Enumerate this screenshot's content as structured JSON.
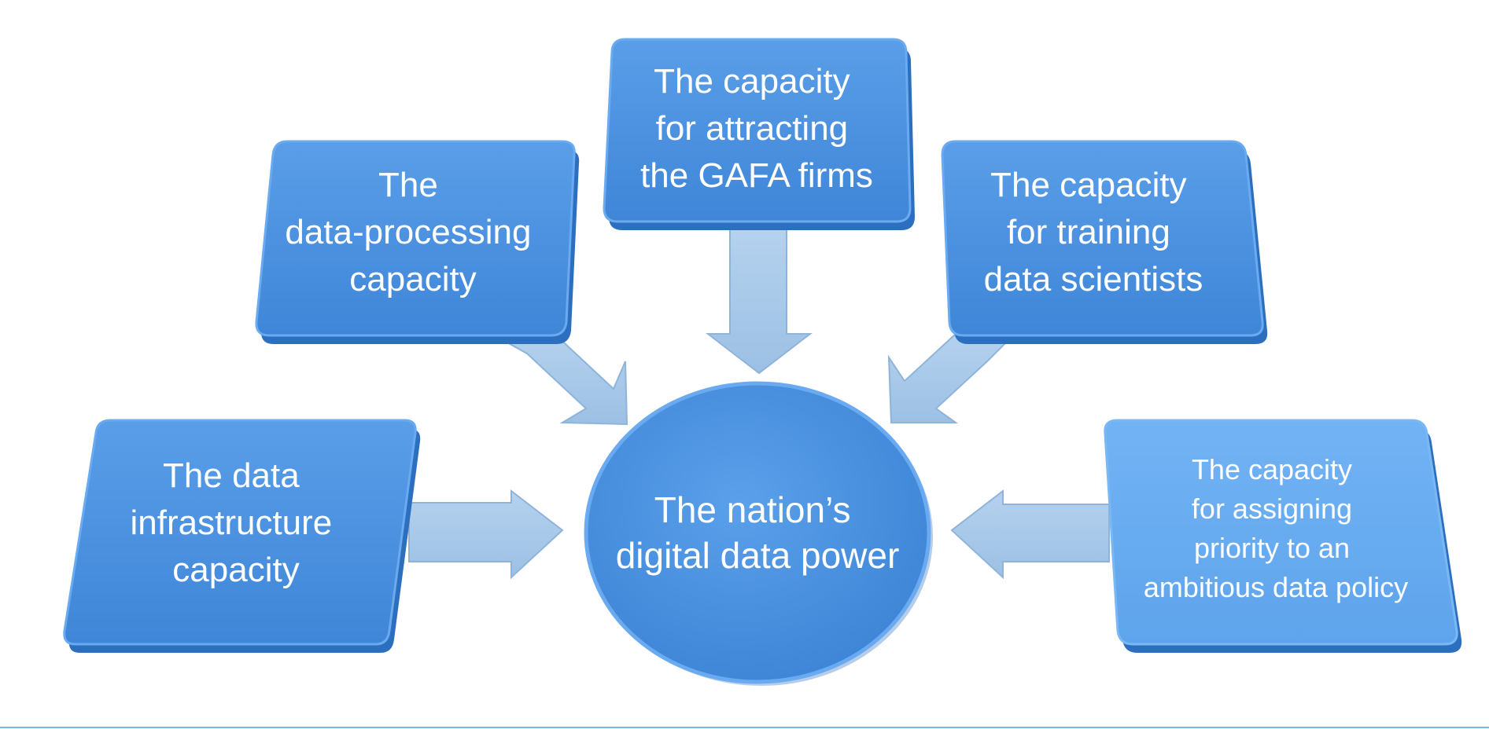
{
  "colors": {
    "box_fill": "#4a90e2",
    "box_fill_light": "#63a8f0",
    "box_shadow": "#2d6fbf",
    "arrow_fill": "#a7c7e6",
    "arrow_stroke": "#8fb4d9",
    "circle_fill": "#4a8fe0",
    "text": "#ffffff",
    "rule": "#7fb5e6"
  },
  "center": {
    "lines": [
      "The nation’s",
      "digital data power"
    ]
  },
  "nodes": [
    {
      "id": "infrastructure",
      "lines": [
        "The data",
        "infrastructure",
        "capacity"
      ]
    },
    {
      "id": "processing",
      "lines": [
        "The",
        "data-processing",
        "capacity"
      ]
    },
    {
      "id": "gafa",
      "lines": [
        "The capacity",
        "for attracting",
        "the GAFA firms"
      ]
    },
    {
      "id": "training",
      "lines": [
        "The capacity",
        "for training",
        "data scientists"
      ]
    },
    {
      "id": "policy",
      "lines": [
        "The capacity",
        "for assigning",
        "priority to an",
        "ambitious data policy"
      ]
    }
  ]
}
